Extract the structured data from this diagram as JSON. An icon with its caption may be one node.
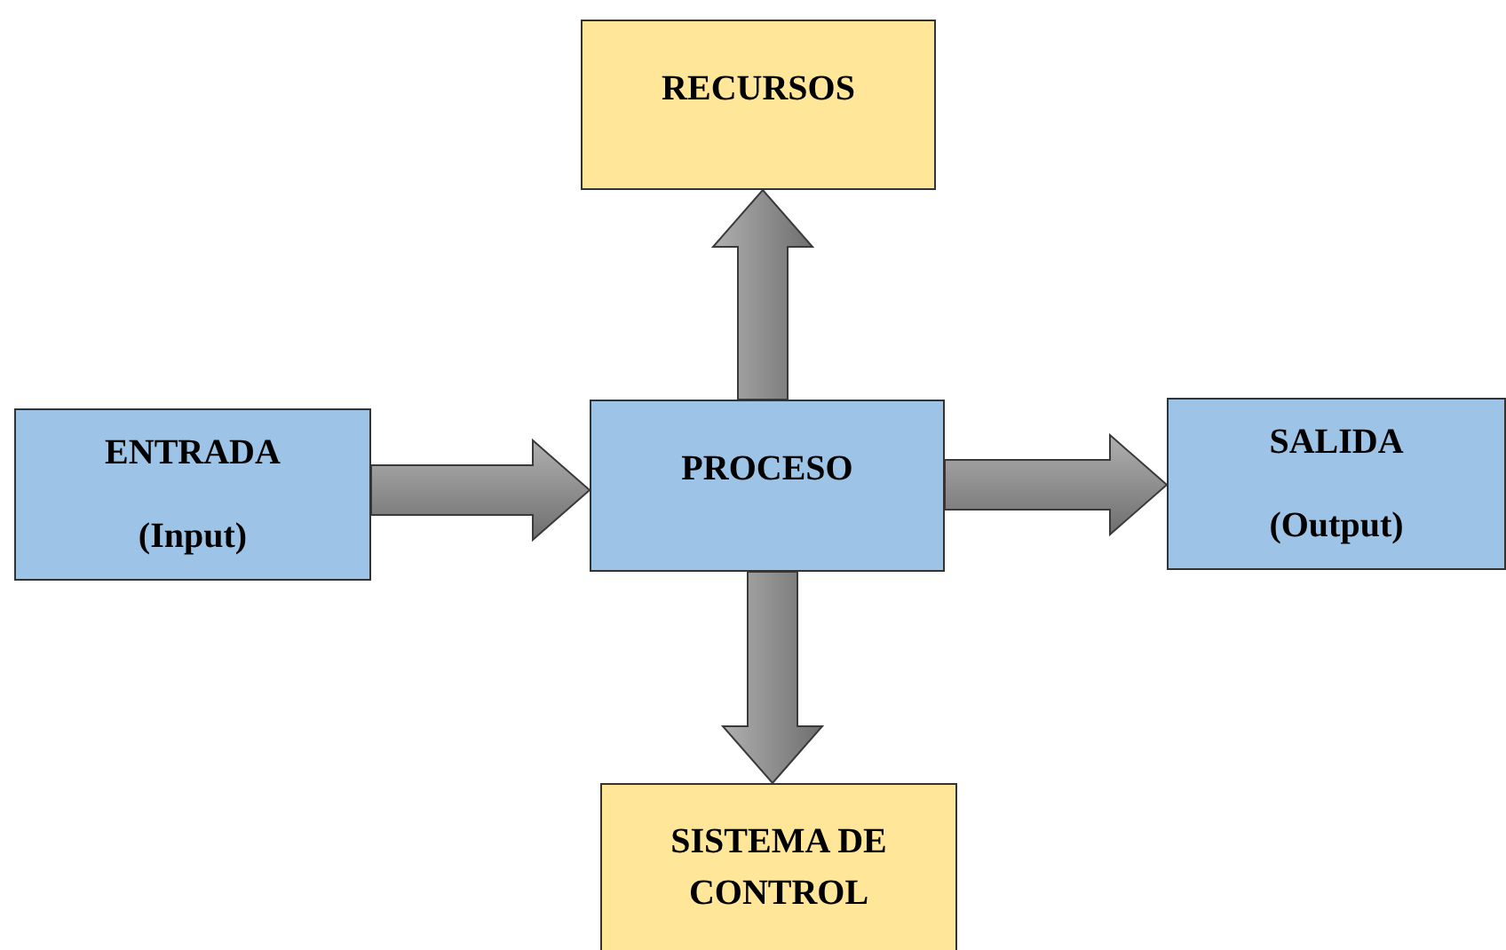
{
  "diagram": {
    "nodes": [
      {
        "text": [
          "RECURSOS"
        ]
      },
      {
        "text": [
          "ENTRADA",
          "(Input)"
        ]
      },
      {
        "text": [
          "PROCESO"
        ]
      },
      {
        "text": [
          "SALIDA",
          "(Output)"
        ]
      },
      {
        "text": [
          "SISTEMA DE CONTROL"
        ]
      }
    ],
    "edges": [
      {
        "from": 1,
        "to": 2,
        "arrow": "to"
      },
      {
        "from": 2,
        "to": 0,
        "arrow": "to"
      },
      {
        "from": 2,
        "to": 3,
        "arrow": "to"
      },
      {
        "from": 2,
        "to": 4,
        "arrow": "to"
      }
    ]
  }
}
